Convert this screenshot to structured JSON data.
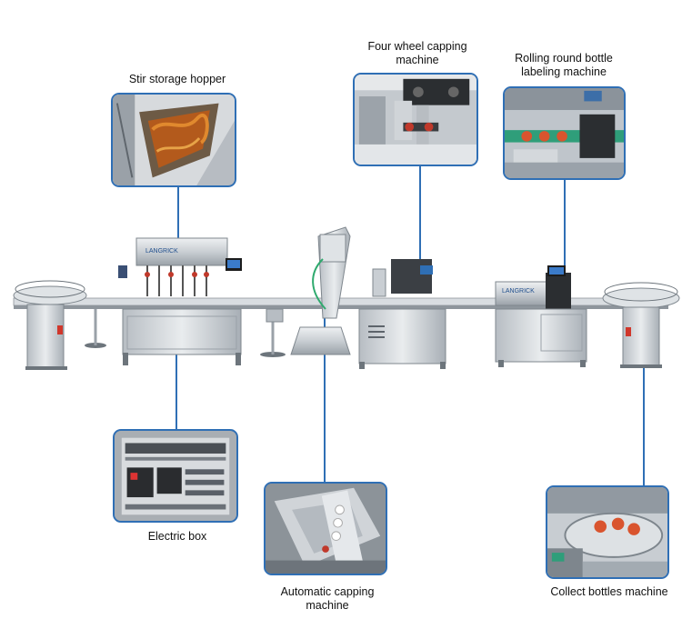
{
  "callouts": {
    "stir_hopper": {
      "label": "Stir storage hopper"
    },
    "capping_four_wheel": {
      "label_line1": "Four wheel capping",
      "label_line2": "machine"
    },
    "labeling": {
      "label_line1": "Rolling round bottle",
      "label_line2": "labeling machine"
    },
    "electric_box": {
      "label": "Electric box"
    },
    "auto_capping": {
      "label_line1": "Automatic capping",
      "label_line2": "machine"
    },
    "collect_bottles": {
      "label": "Collect bottles machine"
    }
  },
  "machine": {
    "brand_left": "LANGRICK",
    "brand_right": "LANGRICK"
  },
  "colors": {
    "accent": "#2f6fb5",
    "steel": "#c9ced3",
    "steel_dark": "#8e959c",
    "belt": "#d9dde1"
  }
}
